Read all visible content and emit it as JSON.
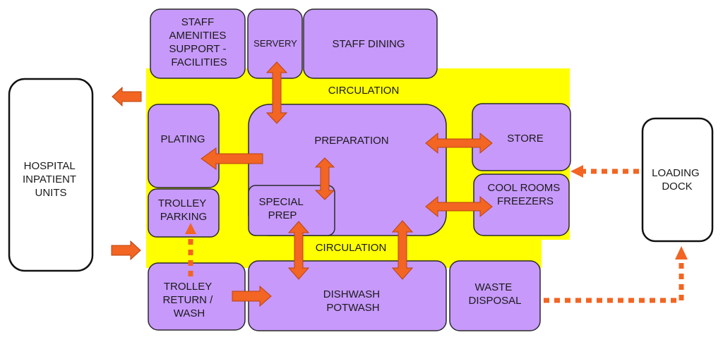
{
  "colors": {
    "room_fill": "#c799fb",
    "room_stroke": "#2a2a2a",
    "circulation_fill": "#ffff00",
    "arrow_fill": "#f26522",
    "arrow_stroke": "#b8430e",
    "external_fill": "#ffffff"
  },
  "circulation": {
    "upper_label": "CIRCULATION",
    "lower_label": "CIRCULATION"
  },
  "rooms": {
    "staff_amenities": [
      "STAFF",
      "AMENITIES",
      "SUPPORT -",
      "FACILITIES"
    ],
    "servery": [
      "SERVERY"
    ],
    "staff_dining": [
      "STAFF DINING"
    ],
    "plating": [
      "PLATING"
    ],
    "preparation": [
      "PREPARATION"
    ],
    "special_prep": [
      "SPECIAL",
      "PREP"
    ],
    "store": [
      "STORE"
    ],
    "cool_rooms": [
      "COOL ROOMS",
      "FREEZERS"
    ],
    "trolley_parking": [
      "TROLLEY",
      "PARKING"
    ],
    "trolley_return": [
      "TROLLEY",
      "RETURN /",
      "WASH"
    ],
    "dishwash": [
      "DISHWASH",
      "POTWASH"
    ],
    "waste_disposal": [
      "WASTE",
      "DISPOSAL"
    ]
  },
  "external": {
    "hospital": [
      "HOSPITAL",
      "INPATIENT",
      "UNITS"
    ],
    "loading_dock": [
      "LOADING",
      "DOCK"
    ]
  },
  "flows": {
    "solid_arrows": [
      "outbound-to-hospital",
      "inbound-from-hospital",
      "servery-preparation",
      "preparation-plating",
      "preparation-special-prep",
      "preparation-store",
      "preparation-cool-rooms",
      "special-prep-dishwash",
      "preparation-dishwash",
      "trolley-return-to-dishwash"
    ],
    "dotted_arrows": [
      "loading-dock-to-cool-rooms",
      "waste-to-loading-dock",
      "trolley-return-to-parking"
    ]
  }
}
